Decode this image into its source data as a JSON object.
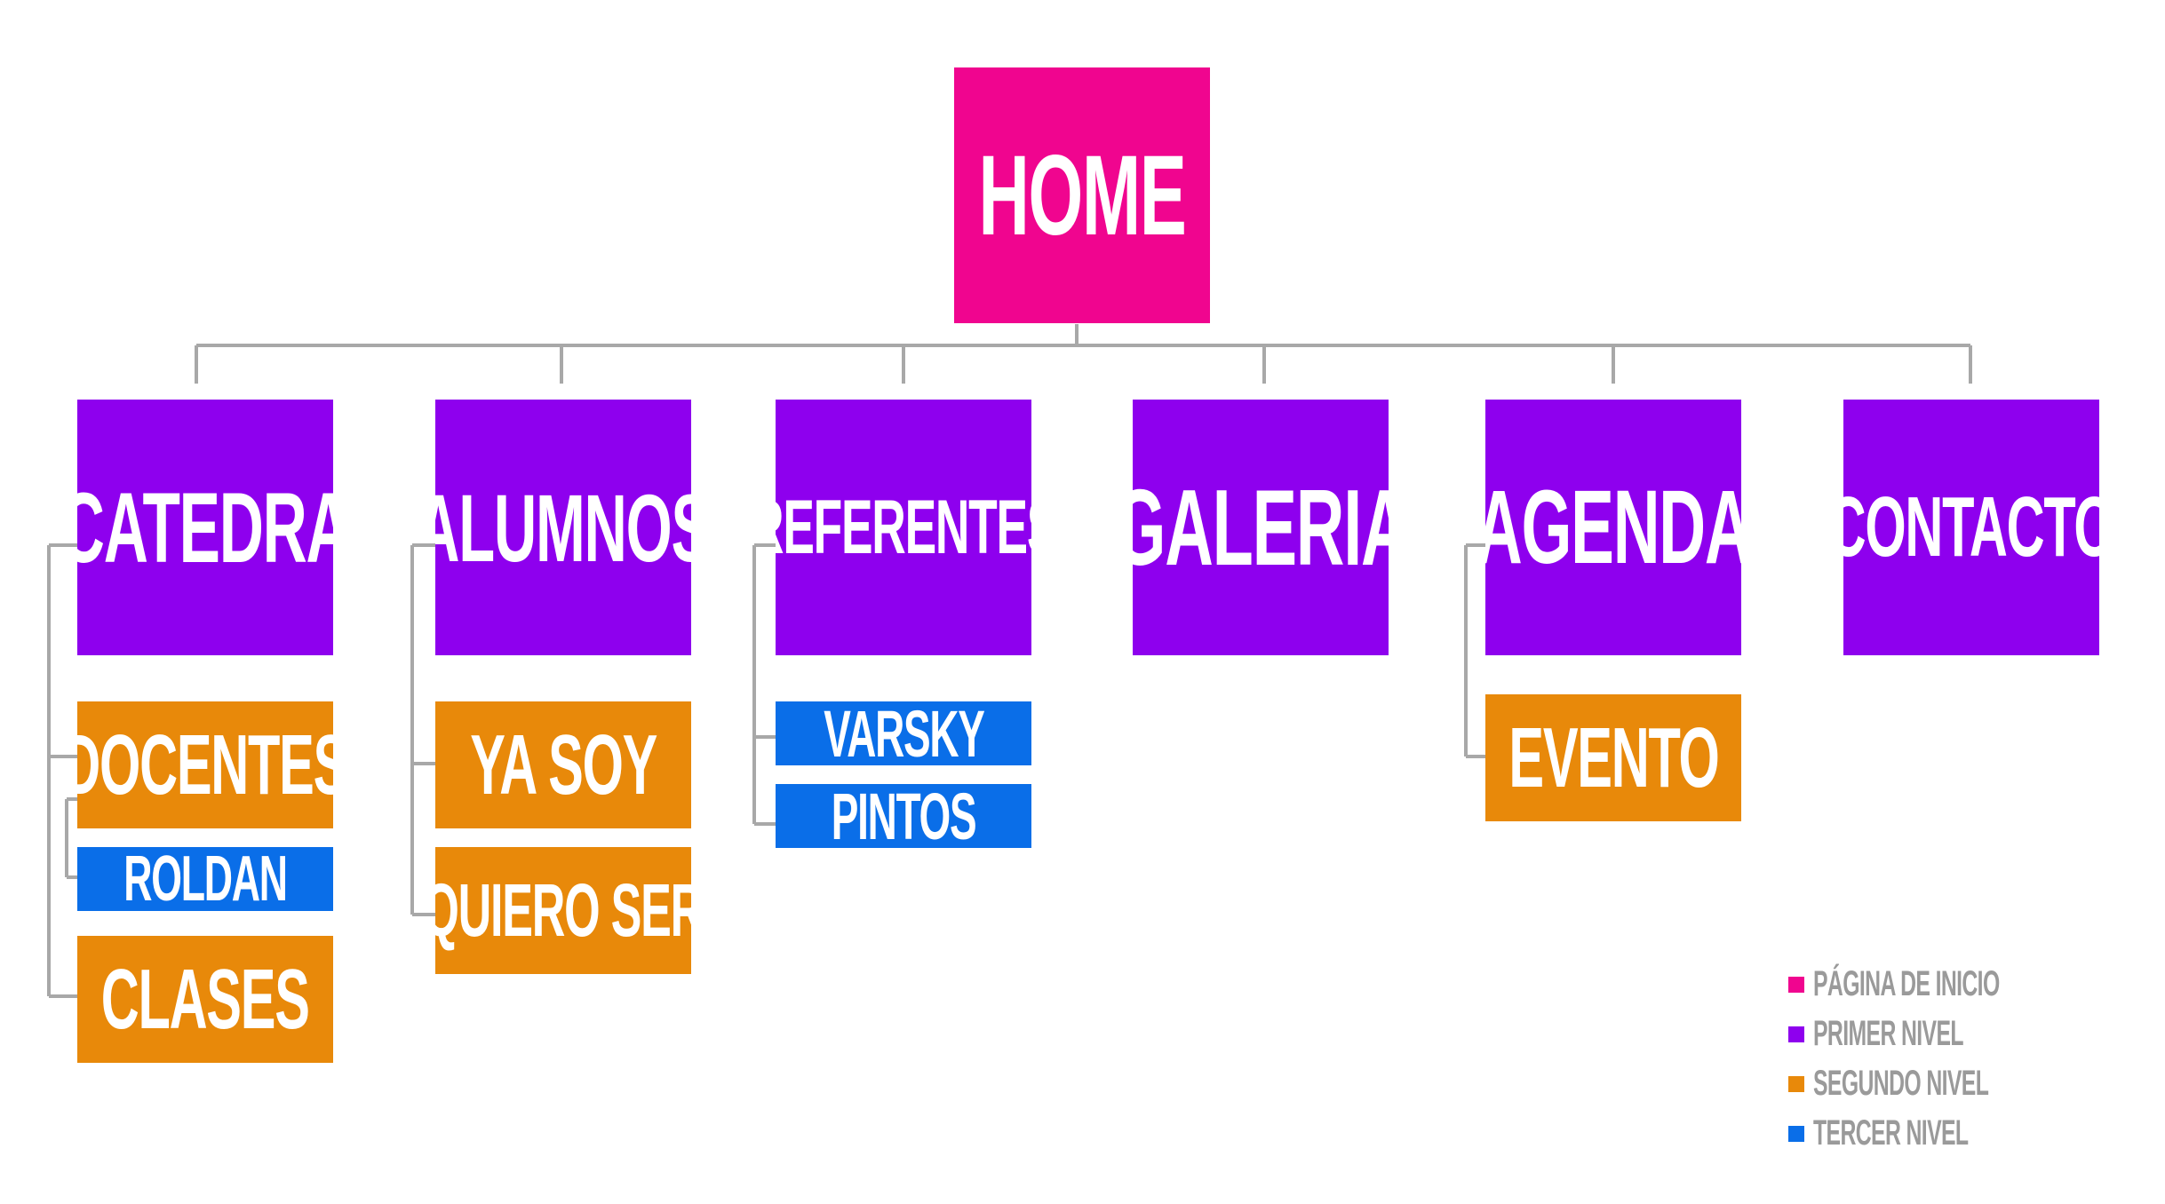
{
  "colors": {
    "home": "#f0058f",
    "level1": "#8e00ee",
    "level2": "#e8890a",
    "level3": "#0a6ee8",
    "connector": "#a8a8a8",
    "legend_text": "#9a9a9a"
  },
  "home": {
    "label": "HOME"
  },
  "sections": {
    "catedra": {
      "label": "CATEDRA",
      "docentes": "DOCENTES",
      "roldan": "ROLDAN",
      "clases": "CLASES"
    },
    "alumnos": {
      "label": "ALUMNOS",
      "ya_soy": "YA SOY",
      "quiero_ser": "QUIERO SER"
    },
    "referentes": {
      "label": "REFERENTES",
      "varsky": "VARSKY",
      "pintos": "PINTOS"
    },
    "galeria": {
      "label": "GALERIA"
    },
    "agenda": {
      "label": "AGENDA",
      "evento": "EVENTO"
    },
    "contacto": {
      "label": "CONTACTO"
    }
  },
  "legend": {
    "home": "PÁGINA DE INICIO",
    "level1": "PRIMER NIVEL",
    "level2": "SEGUNDO NIVEL",
    "level3": "TERCER NIVEL"
  }
}
